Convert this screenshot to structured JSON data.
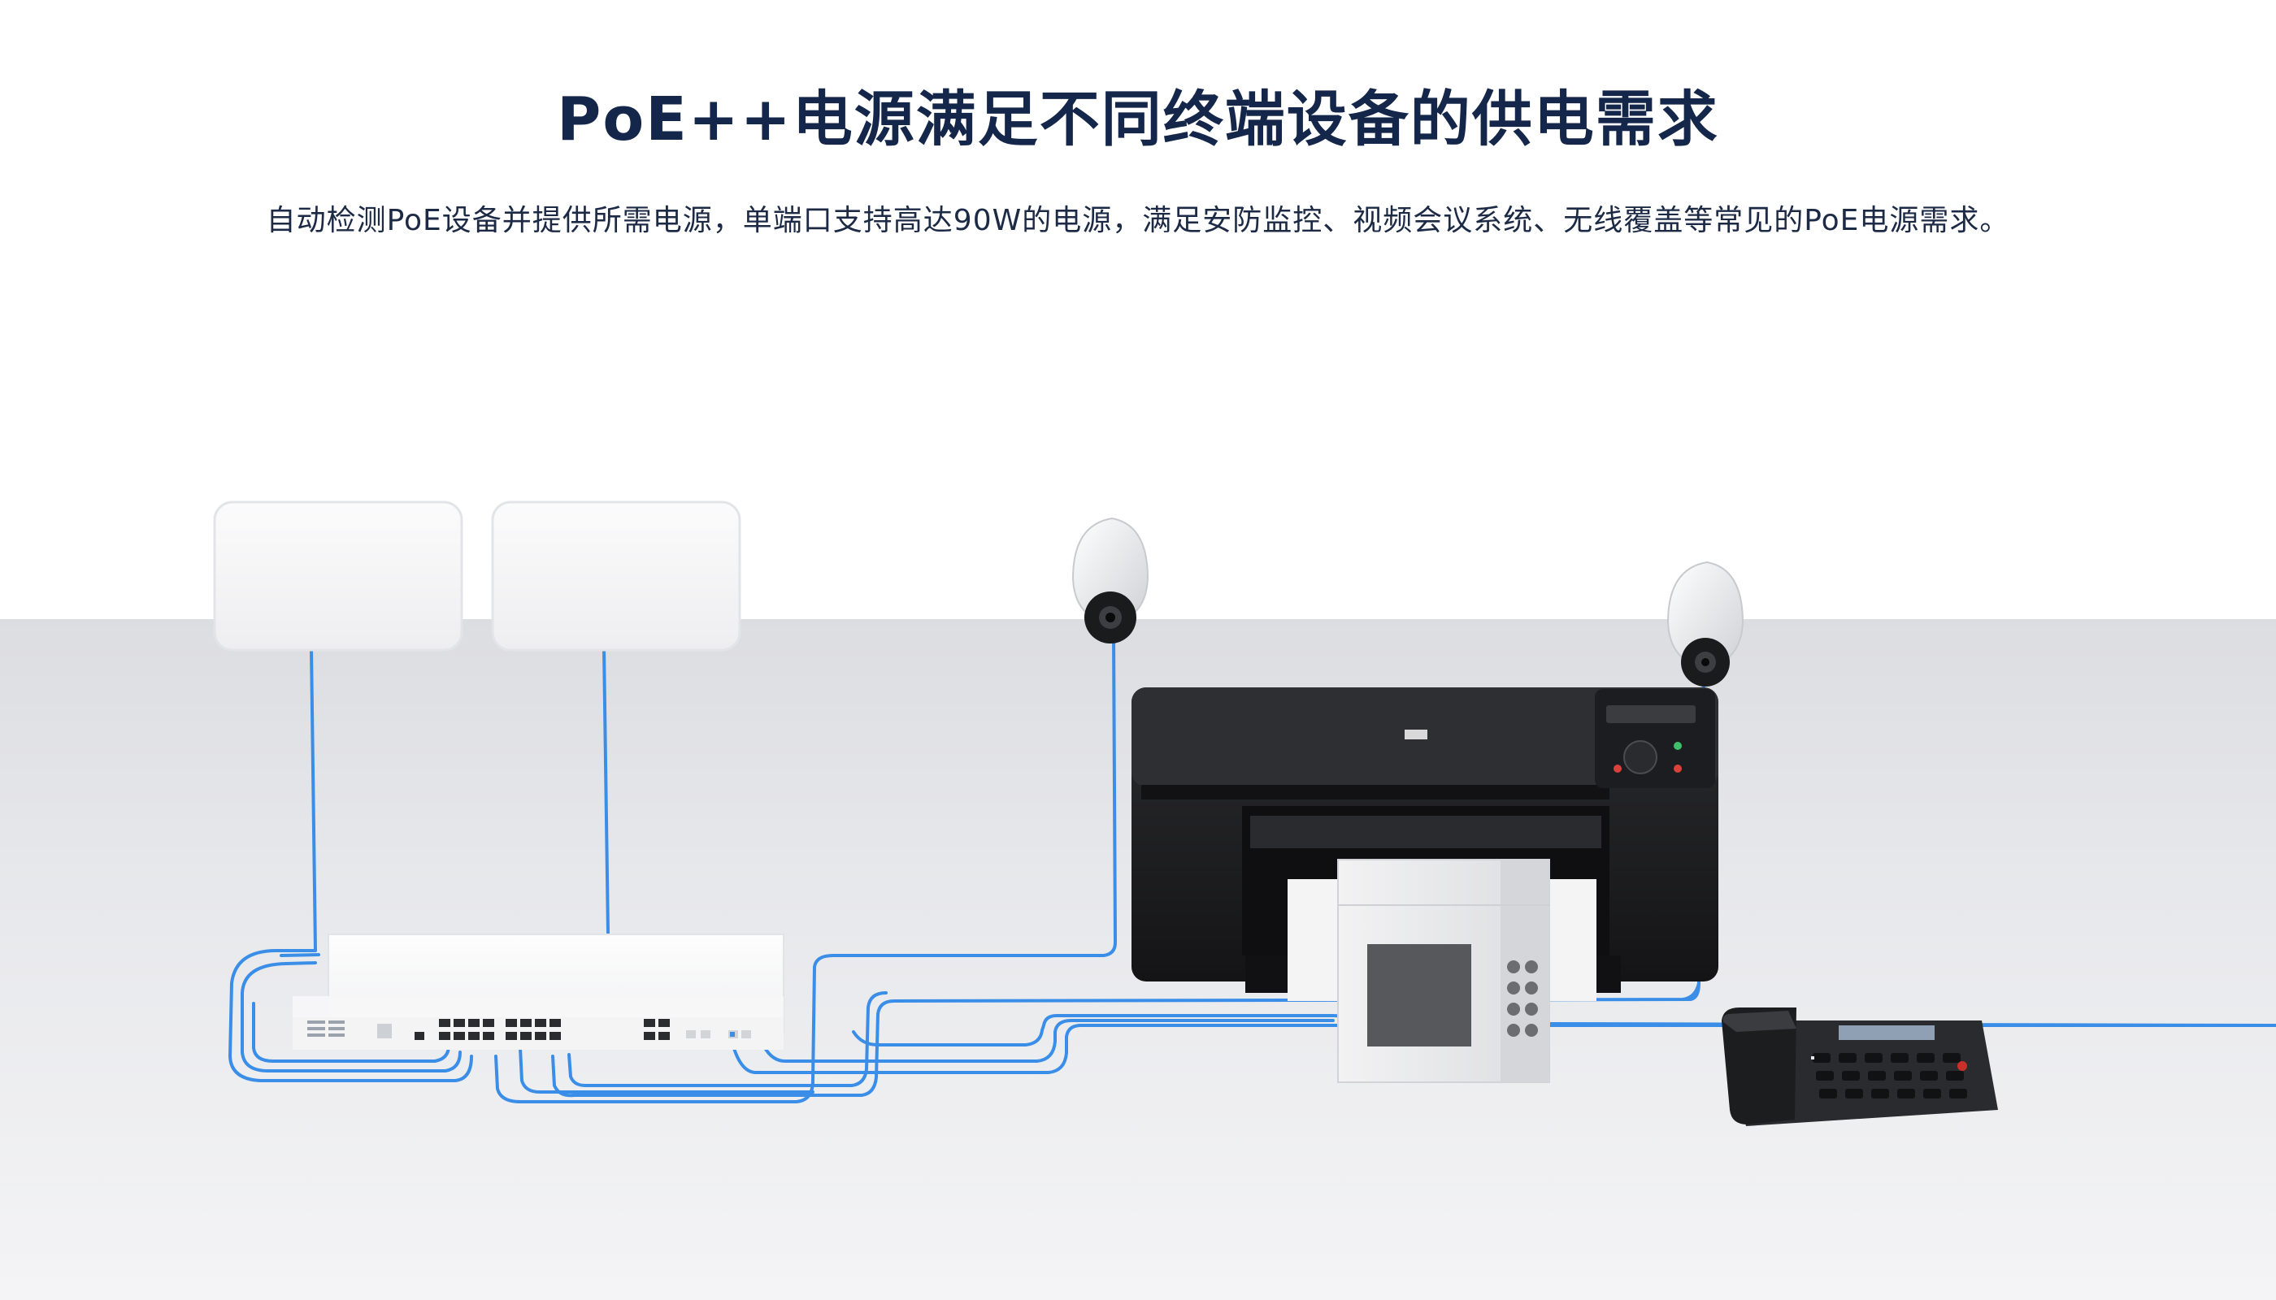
{
  "header": {
    "title": "PoE++电源满足不同终端设备的供电需求",
    "subtitle": "自动检测PoE设备并提供所需电源，单端口支持高达90W的电源，满足安防监控、视频会议系统、无线覆盖等常见的PoE电源需求。"
  },
  "colors": {
    "title": "#14264a",
    "cable": "#3a8ee8",
    "floor": "#e8e9ec",
    "wall": "#ffffff"
  },
  "devices": {
    "access_points": 2,
    "cameras": 2,
    "switch_rj45_ports": 16,
    "switch_uplink_ports": 4,
    "printer": "printer",
    "attendance_terminal": "attendance-terminal",
    "ip_phone": "ip-phone"
  },
  "icons": [
    "access-point-icon",
    "dome-camera-icon",
    "printer-icon",
    "terminal-icon",
    "phone-icon",
    "switch-icon"
  ]
}
